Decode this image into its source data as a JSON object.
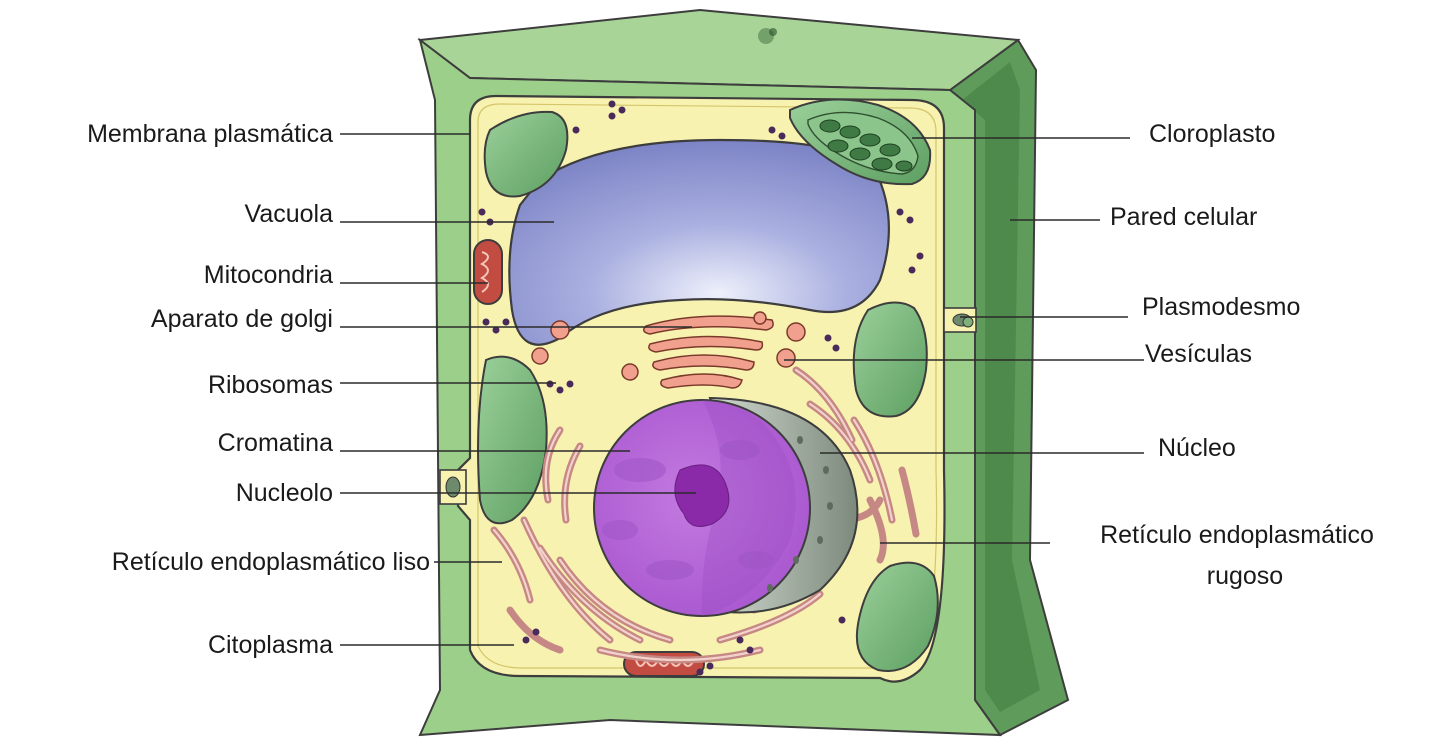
{
  "labels": {
    "membrana_plasmatica": "Membrana plasmática",
    "vacuola": "Vacuola",
    "mitocondria": "Mitocondria",
    "aparato_de_golgi": "Aparato de golgi",
    "ribosomas": "Ribosomas",
    "cromatina": "Cromatina",
    "nucleolo": "Nucleolo",
    "reticulo_liso": "Retículo endoplasmático liso",
    "citoplasma": "Citoplasma",
    "cloroplasto": "Cloroplasto",
    "pared_celular": "Pared celular",
    "plasmodesmo": "Plasmodesmo",
    "vesiculas": "Vesículas",
    "nucleo": "Núcleo",
    "reticulo_rugoso_1": "Retículo endoplasmático",
    "reticulo_rugoso_2": "rugoso"
  },
  "colors": {
    "cell_wall": "#9ccf8a",
    "cell_wall_side": "#5f9b5a",
    "cytoplasm": "#f8f2b0",
    "vacuole": "#8d93cf",
    "chloroplast": "#7ab87c",
    "nucleus": "#b866d6",
    "nuclear_envelope": "#9aa89a",
    "mitochondria": "#c24b42",
    "golgi": "#f2a08e",
    "reticulum": "#d79a96",
    "ribosome": "#4a2a5a"
  }
}
